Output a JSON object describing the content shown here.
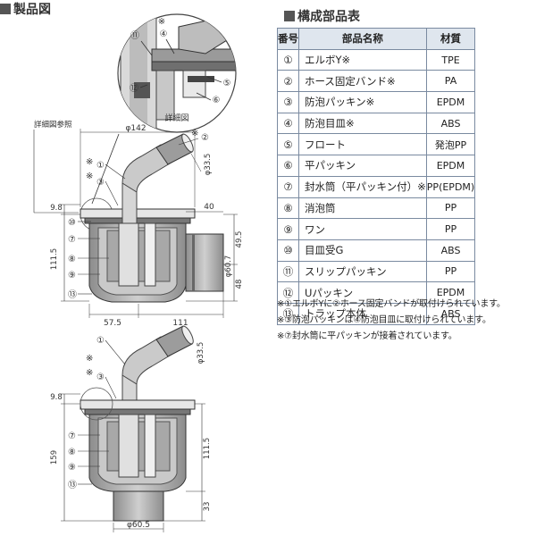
{
  "headings": {
    "drawing": "製品図",
    "parts": "構成部品表"
  },
  "table": {
    "headers": [
      "番号",
      "部品名称",
      "材質"
    ],
    "rows": [
      {
        "no": "①",
        "name": "エルボY※",
        "material": "TPE"
      },
      {
        "no": "②",
        "name": "ホース固定バンド※",
        "material": "PA"
      },
      {
        "no": "③",
        "name": "防泡パッキン※",
        "material": "EPDM"
      },
      {
        "no": "④",
        "name": "防泡目皿※",
        "material": "ABS"
      },
      {
        "no": "⑤",
        "name": "フロート",
        "material": "発泡PP"
      },
      {
        "no": "⑥",
        "name": "平パッキン",
        "material": "EPDM"
      },
      {
        "no": "⑦",
        "name": "封水筒（平パッキン付）※",
        "material": "PP(EPDM)"
      },
      {
        "no": "⑧",
        "name": "消泡筒",
        "material": "PP"
      },
      {
        "no": "⑨",
        "name": "ワン",
        "material": "PP"
      },
      {
        "no": "⑩",
        "name": "目皿受G",
        "material": "ABS"
      },
      {
        "no": "⑪",
        "name": "スリップパッキン",
        "material": "PP"
      },
      {
        "no": "⑫",
        "name": "Uパッキン",
        "material": "EPDM"
      },
      {
        "no": "⑬",
        "name": "トラップ本体",
        "material": "ABS"
      }
    ]
  },
  "notes": [
    "※①エルボYに②ホース固定バンドが取付けられています。",
    "※③防泡パッキンは④防泡目皿に取付けられています。",
    "※⑦封水筒に平パッキンが接着されています。"
  ],
  "drawing": {
    "detail_caption": "詳細図",
    "detail_ref": "詳細図参照",
    "detail_labels": [
      "⑪",
      "④",
      "※",
      "⑫",
      "⑤",
      "⑥"
    ],
    "top": {
      "dims": {
        "d142": "φ142",
        "d33_5": "φ33.5",
        "d40": "40",
        "d9_8": "9.8",
        "d111_5": "111.5",
        "d49_5": "49.5",
        "d60_7": "φ60.7",
        "d48": "48",
        "d57_5": "57.5",
        "d111": "111"
      },
      "callouts": [
        "※",
        "①",
        "②",
        "③",
        "⑩",
        "⑦",
        "⑧",
        "⑨",
        "⑬"
      ]
    },
    "bottom": {
      "dims": {
        "d33_5": "φ33.5",
        "d9_8": "9.8",
        "d159": "159",
        "d111_5": "111.5",
        "d33": "33",
        "d60_5": "φ60.5"
      },
      "callouts": [
        "①",
        "※",
        "③",
        "⑦",
        "⑧",
        "⑨",
        "⑬"
      ]
    }
  }
}
